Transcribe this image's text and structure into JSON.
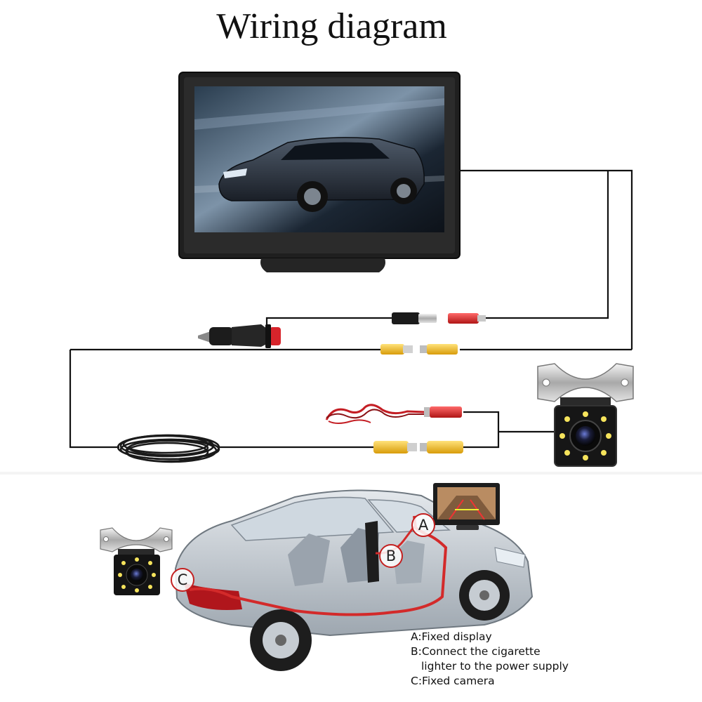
{
  "title": "Wiring diagram",
  "markers": [
    "A",
    "B",
    "C"
  ],
  "legend": {
    "a": "A:Fixed display",
    "b_line1": "B:Connect the cigarette",
    "b_line2": "lighter to the power supply",
    "c": "C:Fixed camera"
  },
  "colors": {
    "wire": "#111111",
    "rca_yellow": "#f2c21a",
    "power_red": "#d8242b",
    "route_red": "#d32a2a"
  },
  "icons": [
    "monitor",
    "cigarette-lighter-plug",
    "dc-jack",
    "rca-plug",
    "backup-camera",
    "car-cutaway",
    "mini-monitor"
  ]
}
